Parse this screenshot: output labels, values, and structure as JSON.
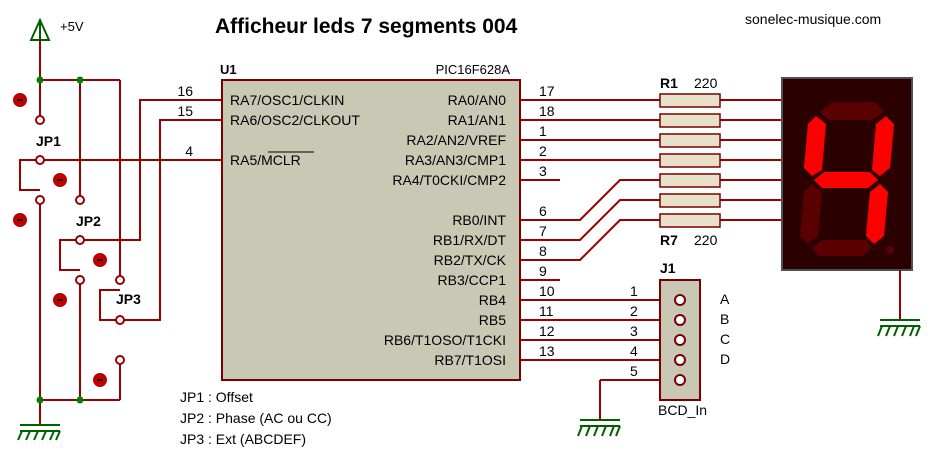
{
  "title": "Afficheur leds 7 segments 004",
  "website": "sonelec-musique.com",
  "supply": "+5V",
  "mcu": {
    "ref": "U1",
    "part": "PIC16F628A",
    "left_pins": [
      {
        "num": "16",
        "name": "RA7/OSC1/CLKIN"
      },
      {
        "num": "15",
        "name": "RA6/OSC2/CLKOUT"
      },
      {
        "num": "4",
        "name": "RA5/MCLR"
      }
    ],
    "right_pins": [
      {
        "num": "17",
        "name": "RA0/AN0"
      },
      {
        "num": "18",
        "name": "RA1/AN1"
      },
      {
        "num": "1",
        "name": "RA2/AN2/VREF"
      },
      {
        "num": "2",
        "name": "RA3/AN3/CMP1"
      },
      {
        "num": "3",
        "name": "RA4/T0CKI/CMP2"
      },
      {
        "num": "6",
        "name": "RB0/INT"
      },
      {
        "num": "7",
        "name": "RB1/RX/DT"
      },
      {
        "num": "8",
        "name": "RB2/TX/CK"
      },
      {
        "num": "9",
        "name": "RB3/CCP1"
      },
      {
        "num": "10",
        "name": "RB4"
      },
      {
        "num": "11",
        "name": "RB5"
      },
      {
        "num": "12",
        "name": "RB6/T1OSO/T1CKI"
      },
      {
        "num": "13",
        "name": "RB7/T1OSI"
      }
    ]
  },
  "resistors": {
    "first": "R1",
    "last": "R7",
    "value_first": "220",
    "value_last": "220"
  },
  "connector": {
    "ref": "J1",
    "name": "BCD_In",
    "pins": [
      "1",
      "2",
      "3",
      "4",
      "5"
    ],
    "signals": [
      "A",
      "B",
      "C",
      "D"
    ]
  },
  "jumpers": [
    "JP1",
    "JP2",
    "JP3"
  ],
  "legend": [
    "JP1 : Offset",
    "JP2 : Phase (AC ou CC)",
    "JP3 : Ext (ABCDEF)"
  ],
  "display": {
    "digit": "4",
    "lit_segments": [
      "b",
      "c",
      "f",
      "g"
    ]
  },
  "colors": {
    "wire": "#990000",
    "body_fill": "#c8c8b4",
    "body_stroke": "#7a0000",
    "resistor_fill": "#e8e0c8",
    "junction": "#008000",
    "ground": "#006000",
    "segment_on": "#ff0000",
    "segment_off": "#5a0000",
    "display_bg": "#2a0000",
    "pin_end": "#8b0000"
  }
}
